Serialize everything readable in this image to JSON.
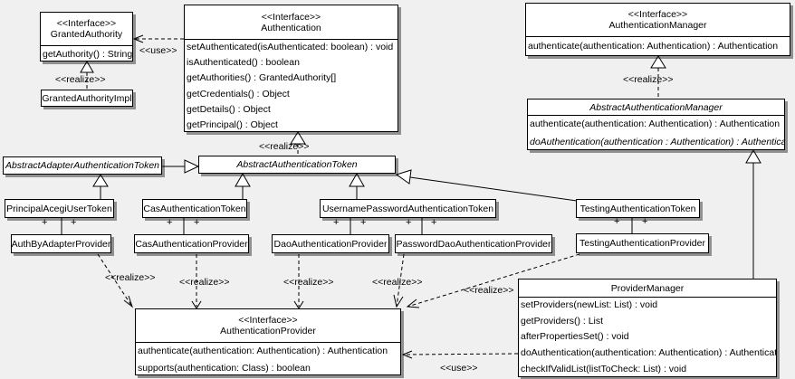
{
  "colors": {
    "background": "#f0f0f0",
    "box_fill": "#ffffff",
    "line": "#000000"
  },
  "edge_labels": {
    "realize": "<<realize>>",
    "use": "<<use>>",
    "plus": "+"
  },
  "classes": {
    "granted_authority": {
      "stereotype": "<<Interface>>",
      "name": "GrantedAuthority",
      "methods": [
        "getAuthority() : String"
      ]
    },
    "granted_authority_impl": {
      "name": "GrantedAuthorityImpl"
    },
    "authentication": {
      "stereotype": "<<Interface>>",
      "name": "Authentication",
      "methods": [
        "setAuthenticated(isAuthenticated: boolean) : void",
        "isAuthenticated() : boolean",
        "getAuthorities() : GrantedAuthority[]",
        "getCredentials() : Object",
        "getDetails() : Object",
        "getPrincipal() : Object"
      ]
    },
    "authentication_manager": {
      "stereotype": "<<Interface>>",
      "name": "AuthenticationManager",
      "methods": [
        "authenticate(authentication: Authentication) : Authentication"
      ]
    },
    "abstract_authentication_manager": {
      "name": "AbstractAuthenticationManager",
      "methods": [
        "authenticate(authentication: Authentication) : Authentication",
        "doAuthentication(authentication : Authentication) : Authentication"
      ]
    },
    "abstract_adapter_authentication_token": {
      "name": "AbstractAdapterAuthenticationToken"
    },
    "abstract_authentication_token": {
      "name": "AbstractAuthenticationToken"
    },
    "principal_acegi_user_token": {
      "name": "PrincipalAcegiUserToken"
    },
    "cas_authentication_token": {
      "name": "CasAuthenticationToken"
    },
    "username_password_authentication_token": {
      "name": "UsernamePasswordAuthenticationToken"
    },
    "testing_authentication_token": {
      "name": "TestingAuthenticationToken"
    },
    "auth_by_adapter_provider": {
      "name": "AuthByAdapterProvider"
    },
    "cas_authentication_provider": {
      "name": "CasAuthenticationProvider"
    },
    "dao_authentication_provider": {
      "name": "DaoAuthenticationProvider"
    },
    "password_dao_authentication_provider": {
      "name": "PasswordDaoAuthenticationProvider"
    },
    "testing_authentication_provider": {
      "name": "TestingAuthenticationProvider"
    },
    "authentication_provider": {
      "stereotype": "<<Interface>>",
      "name": "AuthenticationProvider",
      "methods": [
        "authenticate(authentication: Authentication) : Authentication",
        "supports(authentication: Class) : boolean"
      ]
    },
    "provider_manager": {
      "name": "ProviderManager",
      "methods": [
        "setProviders(newList: List) : void",
        "getProviders() : List",
        "afterPropertiesSet() : void",
        "doAuthentication(authentication: Authentication) : Authentication",
        "checkIfValidList(listToCheck: List) : void"
      ]
    }
  }
}
